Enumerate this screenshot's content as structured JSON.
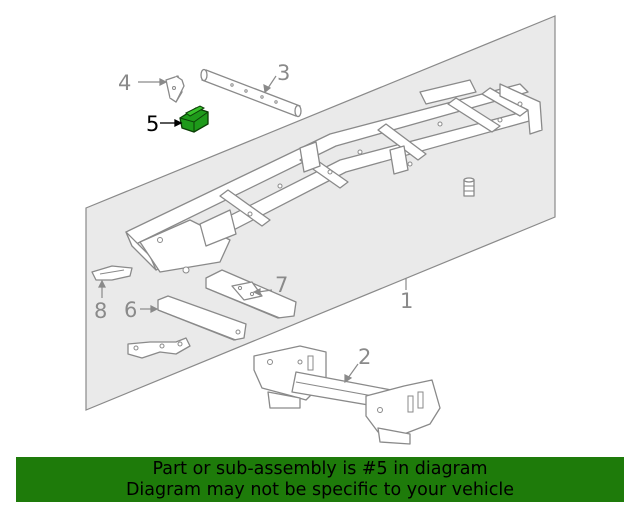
{
  "callouts": {
    "c1": "1",
    "c2": "2",
    "c3": "3",
    "c4": "4",
    "c5": "5",
    "c6": "6",
    "c7": "7",
    "c8": "8"
  },
  "highlight_color": "#1e7b0a",
  "banner": {
    "line1": "Part or sub-assembly is #5 in diagram",
    "line2": "Diagram may not be specific to your vehicle"
  }
}
